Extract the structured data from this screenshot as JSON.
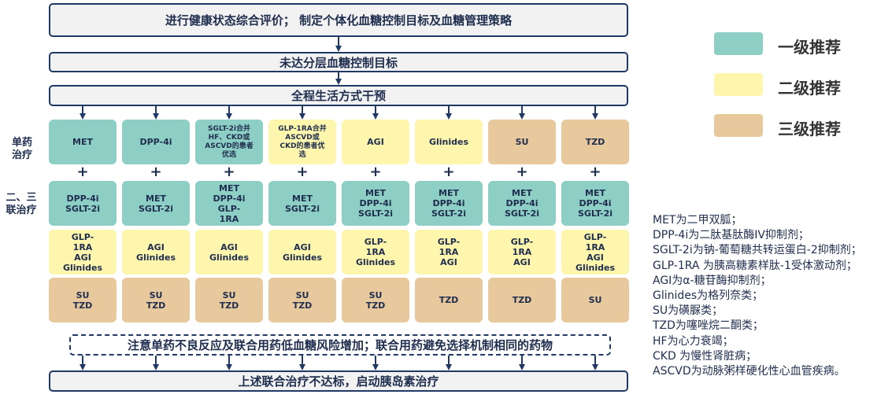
{
  "bars": {
    "top": "进行健康状态综合评价； 制定个体化血糖控制目标及血糖管理策略",
    "unmet": "未达分层血糖控制目标",
    "lifestyle": "全程生活方式干预",
    "note": "注意单药不良反应及联合用药低血糖风险增加；联合用药避免选择机制相同的药物",
    "bottom": "上述联合治疗不达标，启动胰岛素治疗"
  },
  "row_labels": {
    "mono": "单药\n治疗",
    "combo": "二、三\n联治疗"
  },
  "columns": [
    {
      "mono": "MET",
      "mono_level": "lvl1",
      "combo1": "DPP-4i\nSGLT-2i",
      "combo2": "GLP-\n1RA\nAGI\nGlinides",
      "combo3": "SU\nTZD"
    },
    {
      "mono": "DPP-4i",
      "mono_level": "lvl1",
      "combo1": "MET\nSGLT-2i",
      "combo2": "AGI\nGlinides",
      "combo3": "SU\nTZD"
    },
    {
      "mono": "SGLT-2i合并\nHF、CKD或\nASCVD的患者\n优选",
      "mono_level": "lvl1",
      "combo1": "MET\nDPP-4i\nGLP-\n1RA",
      "combo2": "AGI\nGlinides",
      "combo3": "SU\nTZD"
    },
    {
      "mono": "GLP-1RA合并\nASCVD或\nCKD的患者优\n选",
      "mono_level": "lvl2",
      "combo1": "MET\nSGLT-2i",
      "combo2": "AGI\nGlinides",
      "combo3": "SU\nTZD"
    },
    {
      "mono": "AGI",
      "mono_level": "lvl2",
      "combo1": "MET\nDPP-4i\nSGLT-2i",
      "combo2": "GLP-\n1RA\nGlinides",
      "combo3": "SU\nTZD"
    },
    {
      "mono": "Glinides",
      "mono_level": "lvl2",
      "combo1": "MET\nDPP-4i\nSGLT-2i",
      "combo2": "GLP-\n1RA\nAGI",
      "combo3": "TZD"
    },
    {
      "mono": "SU",
      "mono_level": "lvl3",
      "combo1": "MET\nDPP-4i\nSGLT-2i",
      "combo2": "GLP-\n1RA\nAGI",
      "combo3": "TZD"
    },
    {
      "mono": "TZD",
      "mono_level": "lvl3",
      "combo1": "MET\nDPP-4i\nSGLT-2i",
      "combo2": "GLP-\n1RA\nAGI\nGlinides",
      "combo3": "SU"
    }
  ],
  "plus_symbol": "+",
  "legend": [
    {
      "label": "一级推荐",
      "color": "#8ecfc5"
    },
    {
      "label": "二级推荐",
      "color": "#fef6ad"
    },
    {
      "label": "三级推荐",
      "color": "#e8c99e"
    }
  ],
  "abbreviations": [
    "MET为二甲双胍；",
    "DPP-4i为二肽基肽酶IV抑制剂；",
    "SGLT-2i为钠-葡萄糖共转运蛋白-2抑制剂；",
    "GLP-1RA 为胰高糖素样肽-1受体激动剂；",
    "AGI为α-糖苷酶抑制剂；",
    "Glinides为格列奈类；",
    "SU为磺脲类；",
    "TZD为噻唑烷二酮类；",
    "HF为心力衰竭；",
    "CKD 为慢性肾脏病；",
    "ASCVD为动脉粥样硬化性心血管疾病。"
  ],
  "colors": {
    "level1": "#8ecfc5",
    "level2": "#fef6ad",
    "level3": "#e8c99e",
    "border": "#1f3864",
    "text": "#1f2d4e"
  }
}
